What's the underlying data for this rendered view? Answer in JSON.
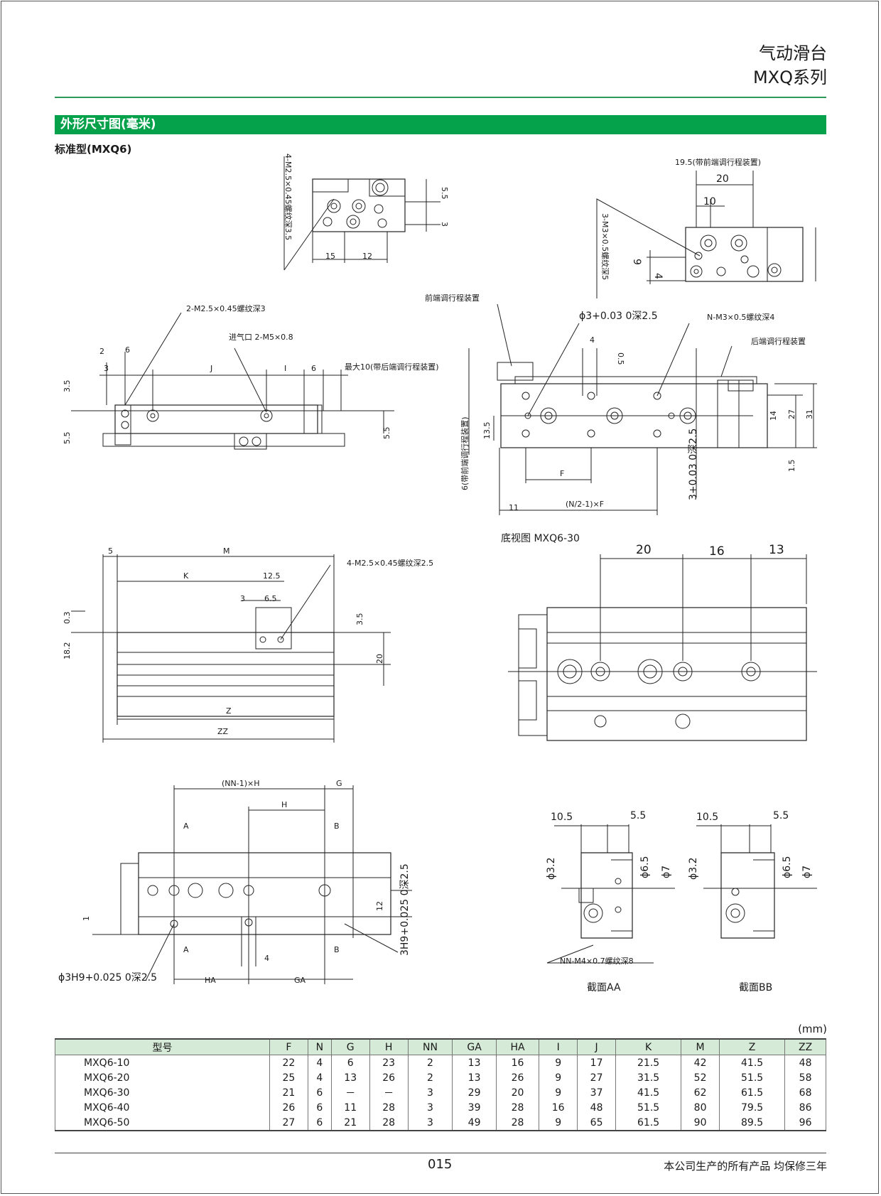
{
  "header": {
    "title": "气动滑台",
    "series": "MXQ系列"
  },
  "section_title": "外形尺寸图(毫米)",
  "subtitle": "标准型(MXQ6)",
  "drawings": {
    "top_end": {
      "thread_note": "4-M2.5×0.45螺纹深3.5",
      "d15": "15",
      "d12": "12",
      "d5_5": "5.5",
      "d3": "3"
    },
    "right_end": {
      "adj_note": "19.5(带前端调行程装置)",
      "d20": "20",
      "d10": "10",
      "thread_note": "3-M3×0.5螺纹深5",
      "d9": "9",
      "d4": "4"
    },
    "side_view": {
      "thread_note": "2-M2.5×0.45螺纹深3",
      "port_note": "进气口 2-M5×0.8",
      "max_note": "最大10(带后端调行程装置)",
      "d2": "2",
      "d6a": "6",
      "d3": "3",
      "dJ": "J",
      "dI": "I",
      "d6b": "6",
      "d3_5": "3.5",
      "d5_5a": "5.5",
      "d5_5b": "5.5"
    },
    "top_view": {
      "front_adj": "前端调行程装置",
      "hole_note": "ϕ3+0.03 0深2.5",
      "thread_note": "N-M3×0.5螺纹深4",
      "rear_adj": "后端调行程装置",
      "d4": "4",
      "d0_5": "0.5",
      "front_vertical": "6(带前端调行程装置)",
      "d13_5": "13.5",
      "dF": "F",
      "d11": "11",
      "dNF": "(N/2-1)×F",
      "d14": "14",
      "d27": "27",
      "d31": "31",
      "d1_5": "1.5",
      "hole_vertical": "3+0.03 0深2.5"
    },
    "front_view": {
      "d5": "5",
      "dM": "M",
      "dK": "K",
      "d12_5": "12.5",
      "d3": "3",
      "d6_5": "6.5",
      "thread_note": "4-M2.5×0.45螺纹深2.5",
      "d0_3": "0.3",
      "d18_2": "18.2",
      "d3_5": "3.5",
      "d20": "20",
      "dZ": "Z",
      "dZZ": "ZZ"
    },
    "bottom_view": {
      "title": "底视图 MXQ6-30",
      "d20": "20",
      "d16": "16",
      "d13": "13"
    },
    "under_view": {
      "dNNH": "(NN-1)×H",
      "dG": "G",
      "dH": "H",
      "dA": "A",
      "dB": "B",
      "d1": "1",
      "d12": "12",
      "d4": "4",
      "dHA": "HA",
      "dGA": "GA",
      "hole_note": "ϕ3H9+0.025 0深2.5",
      "hole_vertical": "3H9+0.025 0深2.5"
    },
    "section_aa": {
      "title": "截面AA",
      "d10_5": "10.5",
      "d5_5": "5.5",
      "d3_2": "ϕ3.2",
      "d6_5": "ϕ6.5",
      "d7": "ϕ7",
      "thread_note": "NN-M4×0.7螺纹深8"
    },
    "section_bb": {
      "title": "截面BB",
      "d10_5": "10.5",
      "d5_5": "5.5",
      "d3_2": "ϕ3.2",
      "d6_5": "ϕ6.5",
      "d7": "ϕ7"
    }
  },
  "table": {
    "unit": "(mm)",
    "headers": [
      "型号",
      "F",
      "N",
      "G",
      "H",
      "NN",
      "GA",
      "HA",
      "I",
      "J",
      "K",
      "M",
      "Z",
      "ZZ"
    ],
    "rows": [
      [
        "MXQ6-10",
        "22",
        "4",
        "6",
        "23",
        "2",
        "13",
        "16",
        "9",
        "17",
        "21.5",
        "42",
        "41.5",
        "48"
      ],
      [
        "MXQ6-20",
        "25",
        "4",
        "13",
        "26",
        "2",
        "13",
        "26",
        "9",
        "27",
        "31.5",
        "52",
        "51.5",
        "58"
      ],
      [
        "MXQ6-30",
        "21",
        "6",
        "－",
        "－",
        "3",
        "29",
        "20",
        "9",
        "37",
        "41.5",
        "62",
        "61.5",
        "68"
      ],
      [
        "MXQ6-40",
        "26",
        "6",
        "11",
        "28",
        "3",
        "39",
        "28",
        "16",
        "48",
        "51.5",
        "80",
        "79.5",
        "86"
      ],
      [
        "MXQ6-50",
        "27",
        "6",
        "21",
        "28",
        "3",
        "49",
        "28",
        "9",
        "65",
        "61.5",
        "90",
        "89.5",
        "96"
      ]
    ]
  },
  "footer": {
    "page": "015",
    "warranty": "本公司生产的所有产品 均保修三年"
  }
}
